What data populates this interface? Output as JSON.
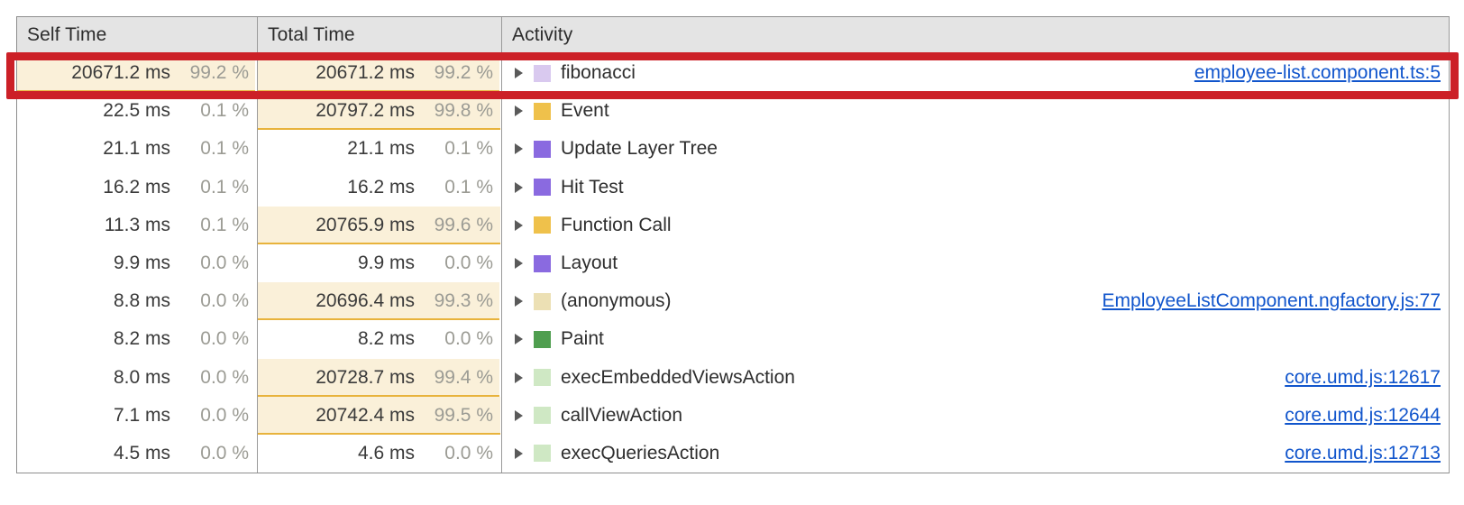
{
  "panel": {
    "name": "devtools-bottom-up-performance-table"
  },
  "columns": {
    "self_time": "Self Time",
    "total_time": "Total Time",
    "activity": "Activity"
  },
  "colors": {
    "bar_fill": "#faf0d9",
    "bar_underline": "#e8b33c",
    "link": "#1155cc",
    "annotation": "#cc2027",
    "header_bg": "#e4e4e4",
    "swatch_scripting_light": "#d9c9ef",
    "swatch_scripting": "#efc14b",
    "swatch_rendering": "#8a6ae0",
    "swatch_painting": "#4f9e4f",
    "swatch_anonymous": "#ece0b4",
    "swatch_green_light": "#cfe8c4"
  },
  "rows": [
    {
      "self_ms": "20671.2 ms",
      "self_pct": "99.2 %",
      "self_bar_pct": 99.2,
      "self_bar_shown": true,
      "total_ms": "20671.2 ms",
      "total_pct": "99.2 %",
      "total_bar_pct": 99.2,
      "total_bar_shown": true,
      "activity": "fibonacci",
      "swatch": "#d9c9ef",
      "link": "employee-list.component.ts:5",
      "highlighted": true
    },
    {
      "self_ms": "22.5 ms",
      "self_pct": "0.1 %",
      "self_bar_pct": 0.1,
      "self_bar_shown": false,
      "total_ms": "20797.2 ms",
      "total_pct": "99.8 %",
      "total_bar_pct": 99.8,
      "total_bar_shown": true,
      "activity": "Event",
      "swatch": "#efc14b",
      "link": "",
      "highlighted": false
    },
    {
      "self_ms": "21.1 ms",
      "self_pct": "0.1 %",
      "self_bar_pct": 0.1,
      "self_bar_shown": false,
      "total_ms": "21.1 ms",
      "total_pct": "0.1 %",
      "total_bar_pct": 0.1,
      "total_bar_shown": false,
      "activity": "Update Layer Tree",
      "swatch": "#8a6ae0",
      "link": "",
      "highlighted": false
    },
    {
      "self_ms": "16.2 ms",
      "self_pct": "0.1 %",
      "self_bar_pct": 0.1,
      "self_bar_shown": false,
      "total_ms": "16.2 ms",
      "total_pct": "0.1 %",
      "total_bar_pct": 0.1,
      "total_bar_shown": false,
      "activity": "Hit Test",
      "swatch": "#8a6ae0",
      "link": "",
      "highlighted": false
    },
    {
      "self_ms": "11.3 ms",
      "self_pct": "0.1 %",
      "self_bar_pct": 0.1,
      "self_bar_shown": false,
      "total_ms": "20765.9 ms",
      "total_pct": "99.6 %",
      "total_bar_pct": 99.6,
      "total_bar_shown": true,
      "activity": "Function Call",
      "swatch": "#efc14b",
      "link": "",
      "highlighted": false
    },
    {
      "self_ms": "9.9 ms",
      "self_pct": "0.0 %",
      "self_bar_pct": 0.0,
      "self_bar_shown": false,
      "total_ms": "9.9 ms",
      "total_pct": "0.0 %",
      "total_bar_pct": 0.0,
      "total_bar_shown": false,
      "activity": "Layout",
      "swatch": "#8a6ae0",
      "link": "",
      "highlighted": false
    },
    {
      "self_ms": "8.8 ms",
      "self_pct": "0.0 %",
      "self_bar_pct": 0.0,
      "self_bar_shown": false,
      "total_ms": "20696.4 ms",
      "total_pct": "99.3 %",
      "total_bar_pct": 99.3,
      "total_bar_shown": true,
      "activity": "(anonymous)",
      "swatch": "#ece0b4",
      "link": "EmployeeListComponent.ngfactory.js:77",
      "highlighted": false
    },
    {
      "self_ms": "8.2 ms",
      "self_pct": "0.0 %",
      "self_bar_pct": 0.0,
      "self_bar_shown": false,
      "total_ms": "8.2 ms",
      "total_pct": "0.0 %",
      "total_bar_pct": 0.0,
      "total_bar_shown": false,
      "activity": "Paint",
      "swatch": "#4f9e4f",
      "link": "",
      "highlighted": false
    },
    {
      "self_ms": "8.0 ms",
      "self_pct": "0.0 %",
      "self_bar_pct": 0.0,
      "self_bar_shown": false,
      "total_ms": "20728.7 ms",
      "total_pct": "99.4 %",
      "total_bar_pct": 99.4,
      "total_bar_shown": true,
      "activity": "execEmbeddedViewsAction",
      "swatch": "#cfe8c4",
      "link": "core.umd.js:12617",
      "highlighted": false
    },
    {
      "self_ms": "7.1 ms",
      "self_pct": "0.0 %",
      "self_bar_pct": 0.0,
      "self_bar_shown": false,
      "total_ms": "20742.4 ms",
      "total_pct": "99.5 %",
      "total_bar_pct": 99.5,
      "total_bar_shown": true,
      "activity": "callViewAction",
      "swatch": "#cfe8c4",
      "link": "core.umd.js:12644",
      "highlighted": false
    },
    {
      "self_ms": "4.5 ms",
      "self_pct": "0.0 %",
      "self_bar_pct": 0.0,
      "self_bar_shown": false,
      "total_ms": "4.6 ms",
      "total_pct": "0.0 %",
      "total_bar_pct": 0.0,
      "total_bar_shown": false,
      "activity": "execQueriesAction",
      "swatch": "#cfe8c4",
      "link": "core.umd.js:12713",
      "highlighted": false
    }
  ],
  "annotation": {
    "shape": "rectangle",
    "target_row_activity": "fibonacci"
  }
}
